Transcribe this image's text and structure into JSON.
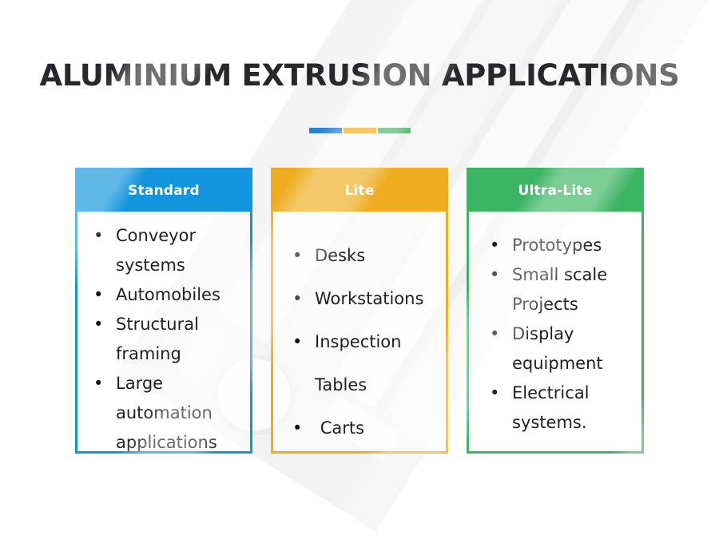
{
  "title": "ALUMINIUM EXTRUSION APPLICATIONS",
  "divider": {
    "colors": [
      "#2E7FD1",
      "#EFA91D",
      "#4CB266"
    ]
  },
  "background_image": "aluminium-extrusion-profile-watermark",
  "columns": [
    {
      "id": "standard",
      "label": "Standard",
      "color": "#1295DC",
      "items": [
        "Conveyor systems",
        "Automobiles",
        "Structural framing",
        "Large automation applications"
      ]
    },
    {
      "id": "lite",
      "label": "Lite",
      "color": "#EEAC1E",
      "items": [
        "Desks",
        "Workstations",
        "Inspection Tables",
        " Carts"
      ]
    },
    {
      "id": "ultra-lite",
      "label": "Ultra-Lite",
      "color": "#3BB463",
      "items": [
        "Prototypes",
        "Small scale Projects",
        "Display equipment",
        "Electrical systems."
      ]
    }
  ]
}
